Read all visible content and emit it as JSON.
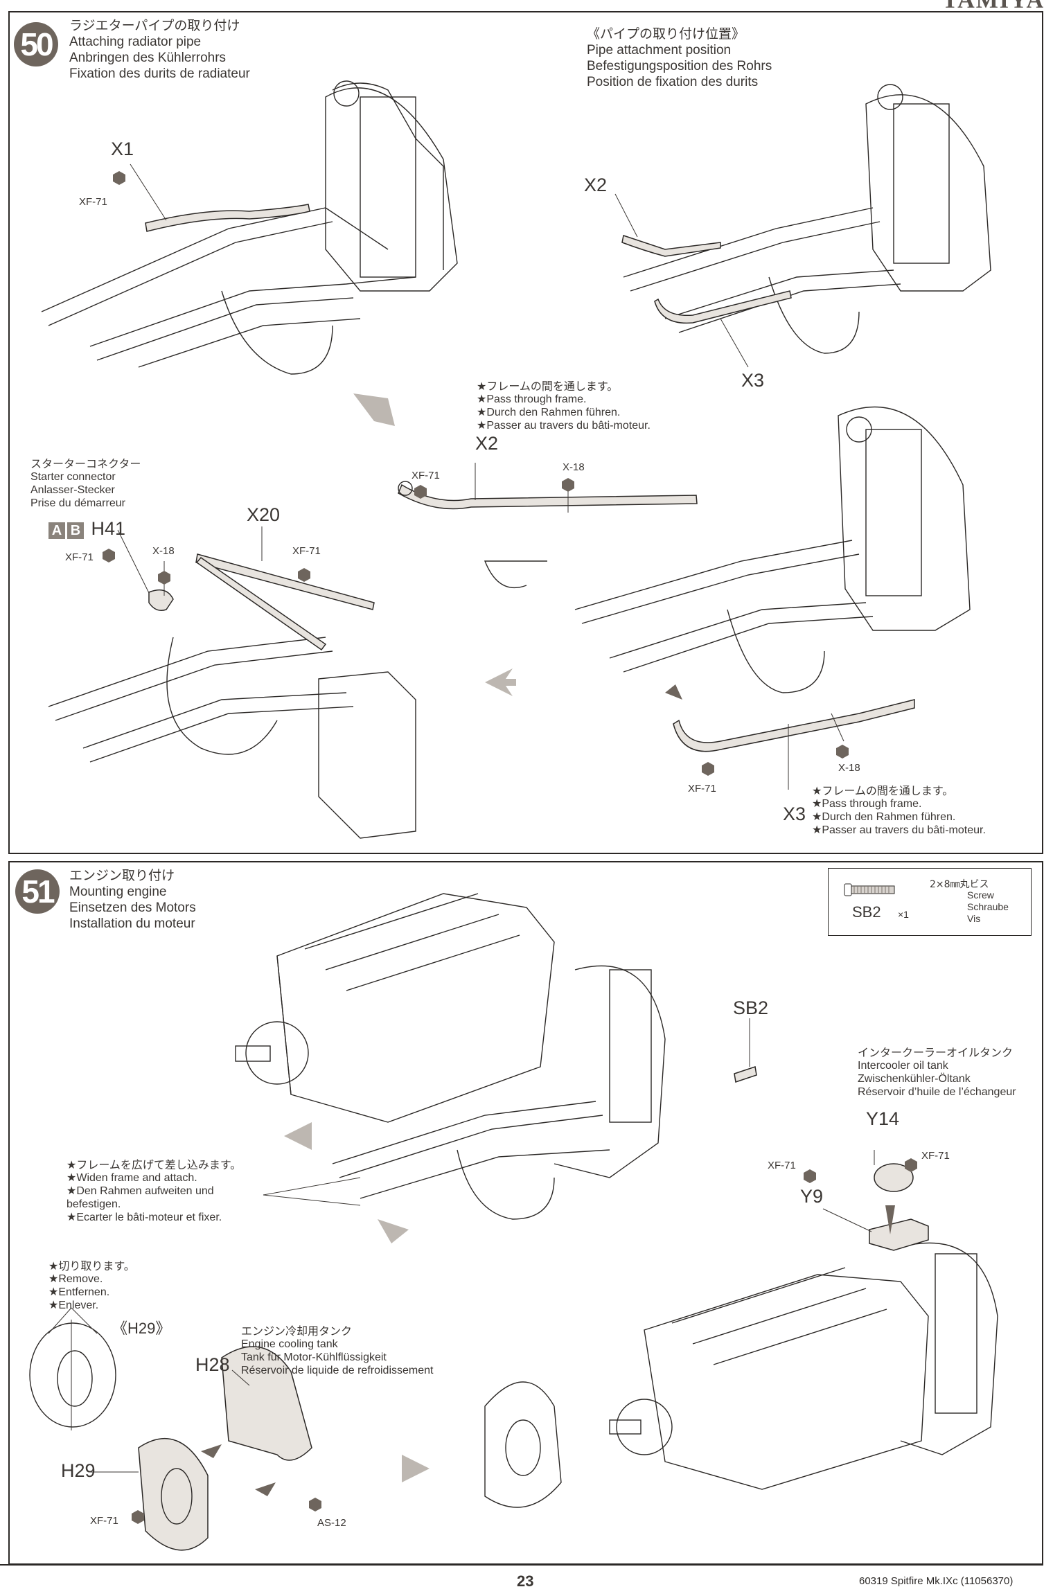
{
  "header": {
    "brand": "TAMIYA"
  },
  "steps": [
    {
      "number": "50",
      "title": {
        "jp": "ラジエターパイプの取り付け",
        "en": "Attaching radiator pipe",
        "de": "Anbringen des Kühlerrohrs",
        "fr": "Fixation des durits de radiateur"
      },
      "inset": {
        "jp": "《パイプの取り付け位置》",
        "en": "Pipe attachment position",
        "de": "Befestigungsposition des Rohrs",
        "fr": "Position de fixation des durits"
      },
      "parts": {
        "x1": "X1",
        "x2_top": "X2",
        "x3_top": "X3",
        "x2_mid": "X2",
        "x3_bottom": "X3",
        "x20": "X20",
        "h41": "H41"
      },
      "paints": {
        "xf71": "XF-71",
        "x18": "X-18"
      },
      "badges": {
        "a": "A",
        "b": "B"
      },
      "starter": {
        "jp": "スターターコネクター",
        "en": "Starter connector",
        "de": "Anlasser-Stecker",
        "fr": "Prise du démarreur"
      },
      "pass_note": {
        "jp": "★フレームの間を通します。",
        "en": "★Pass through frame.",
        "de": "★Durch den Rahmen führen.",
        "fr": "★Passer au travers du bâti-moteur."
      }
    },
    {
      "number": "51",
      "title": {
        "jp": "エンジン取り付け",
        "en": "Mounting engine",
        "de": "Einsetzen des Motors",
        "fr": "Installation du moteur"
      },
      "screw": {
        "part": "SB2",
        "qty": "×1",
        "jp": "2×8㎜丸ビス",
        "en": "Screw",
        "de": "Schraube",
        "fr": "Vis"
      },
      "parts": {
        "sb2": "SB2",
        "y14": "Y14",
        "y9": "Y9",
        "h29_inset": "《H29》",
        "h28": "H28",
        "h29": "H29"
      },
      "paints": {
        "xf71": "XF-71",
        "as12": "AS-12"
      },
      "oil_tank": {
        "jp": "インタークーラーオイルタンク",
        "en": "Intercooler oil tank",
        "de": "Zwischenkühler-Öltank",
        "fr": "Réservoir d’huile de l’échangeur"
      },
      "widen_note": {
        "jp": "★フレームを広げて差し込みます。",
        "en": "★Widen frame and attach.",
        "de": "★Den Rahmen aufweiten und befestigen.",
        "fr": "★Ecarter le bâti-moteur et fixer."
      },
      "remove_note": {
        "jp": "★切り取ります。",
        "en": "★Remove.",
        "de": "★Entfernen.",
        "fr": "★Enlever."
      },
      "cooling_tank": {
        "jp": "エンジン冷却用タンク",
        "en": "Engine cooling tank",
        "de": "Tank für Motor-Kühlflüssigkeit",
        "fr": "Réservoir de liquide de refroidissement"
      }
    }
  ],
  "footer": {
    "page": "23",
    "model": "60319  Spitfire Mk.IXc (11056370)"
  }
}
